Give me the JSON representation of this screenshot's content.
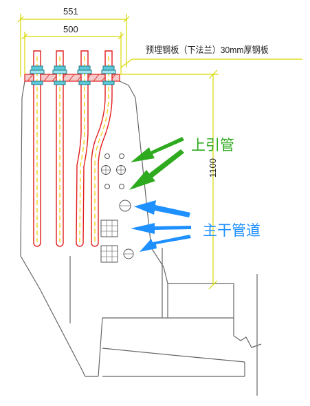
{
  "dimensions": {
    "overall_width": "551",
    "inner_width": "500",
    "height": "1100"
  },
  "notes": {
    "plate": "预埋钢板（下法兰）30mm厚钢板"
  },
  "callouts": {
    "upper_pipes": "上引管",
    "main_pipes": "主干管道"
  },
  "colors": {
    "upper_pipes": "#2eaa1e",
    "main_pipes": "#1e90ff",
    "bolt": "#e21b1b",
    "bolt_core": "#f2d21b",
    "plate": "#e21b1b",
    "plate_fill": "#f3c9c9",
    "nut": "#5cc8d8",
    "dim_line": "#d8d800",
    "structure": "#666666"
  }
}
